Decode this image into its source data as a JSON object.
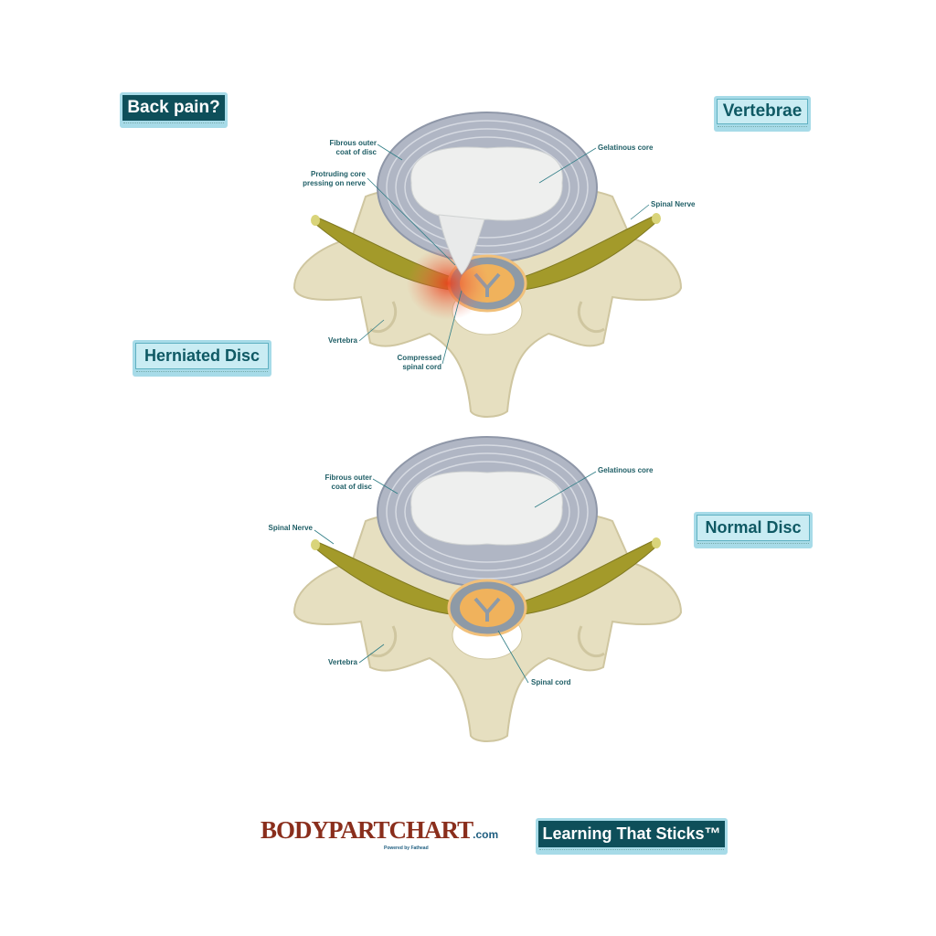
{
  "stickers": {
    "back_pain": "Back pain?",
    "vertebrae": "Vertebrae",
    "herniated_disc": "Herniated Disc",
    "normal_disc": "Normal Disc",
    "learning": "Learning That Sticks™"
  },
  "herniated": {
    "fibrous_1": "Fibrous outer",
    "fibrous_2": "coat of disc",
    "gelatinous": "Gelatinous core",
    "protruding_1": "Protruding core",
    "protruding_2": "pressing on nerve",
    "spinal_nerve": "Spinal Nerve",
    "vertebra": "Vertebra",
    "compressed_1": "Compressed",
    "compressed_2": "spinal cord"
  },
  "normal": {
    "fibrous_1": "Fibrous outer",
    "fibrous_2": "coat of disc",
    "gelatinous": "Gelatinous core",
    "spinal_nerve": "Spinal Nerve",
    "vertebra": "Vertebra",
    "spinal_cord": "Spinal cord"
  },
  "logo": {
    "text": "BODYPARTCHART",
    "domain": ".com",
    "powered": "Powered by Fathead"
  },
  "colors": {
    "teal_dark": "#0e4f5a",
    "teal_light": "#c9ecf3",
    "bone": "#e6dfc0",
    "disc": "#b0b6c4",
    "nerve": "#a39a2a",
    "cord": "#f0b25c"
  }
}
